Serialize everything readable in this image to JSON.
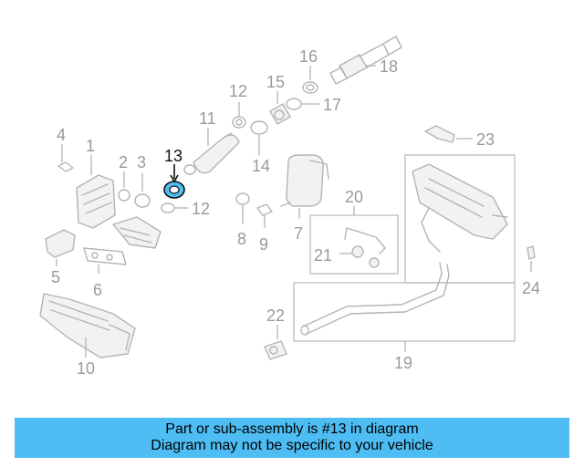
{
  "callouts": {
    "c1": "1",
    "c2": "2",
    "c3": "3",
    "c4": "4",
    "c5": "5",
    "c6": "6",
    "c7": "7",
    "c8": "8",
    "c9": "9",
    "c10": "10",
    "c11": "11",
    "c12a": "12",
    "c12b": "12",
    "c13": "13",
    "c14": "14",
    "c15": "15",
    "c16": "16",
    "c17": "17",
    "c18": "18",
    "c19": "19",
    "c20": "20",
    "c21": "21",
    "c22": "22",
    "c23": "23",
    "c24": "24"
  },
  "highlight": {
    "part_number": "13",
    "color": "#111111",
    "part_fill": "#4dbdf3"
  },
  "banner": {
    "line1": "Part or sub-assembly is #13 in diagram",
    "line2": "Diagram may not be specific to your vehicle",
    "background": "#4dbdf3"
  }
}
